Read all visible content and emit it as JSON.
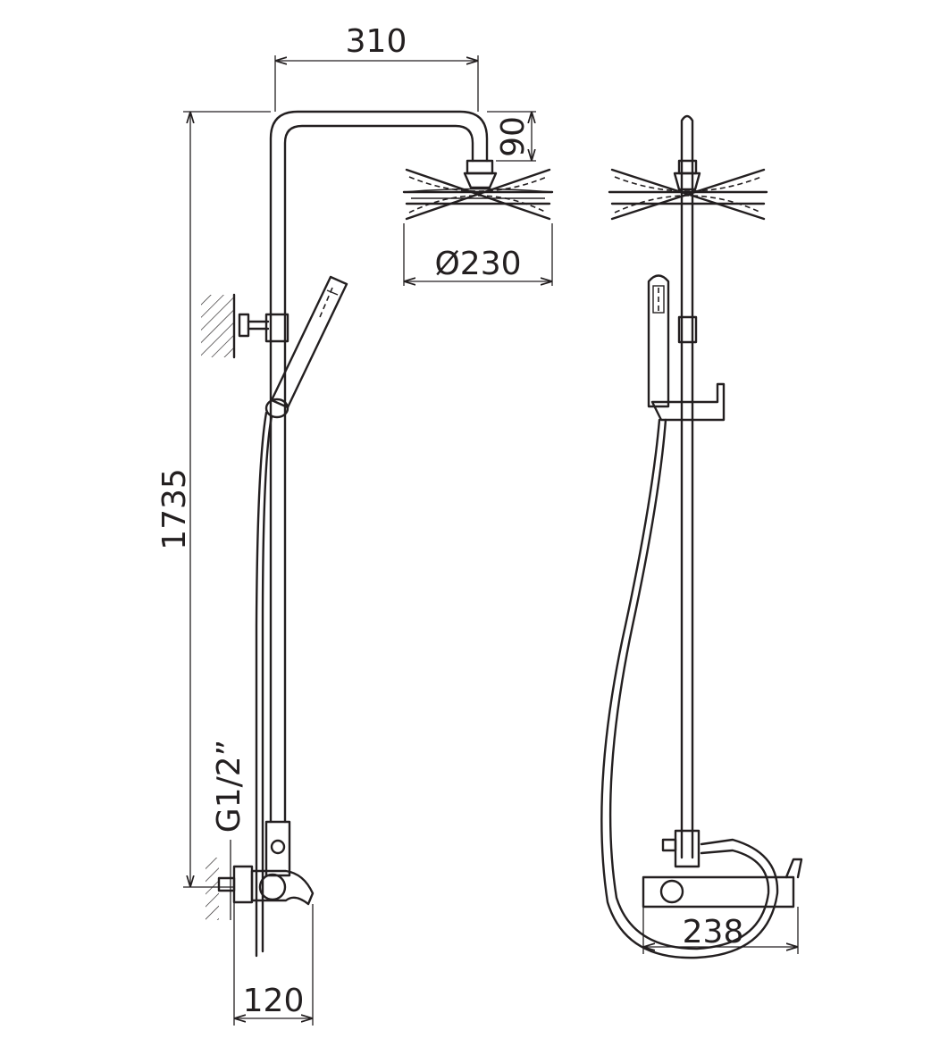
{
  "dimensions": {
    "arm_length": "310",
    "arm_drop": "90",
    "head_diameter": "Ø230",
    "total_height": "1735",
    "inlet_thread": "G1/2”",
    "mixer_projection": "120",
    "mixer_width": "238"
  },
  "colors": {
    "line": "#231f20",
    "background": "#ffffff"
  }
}
